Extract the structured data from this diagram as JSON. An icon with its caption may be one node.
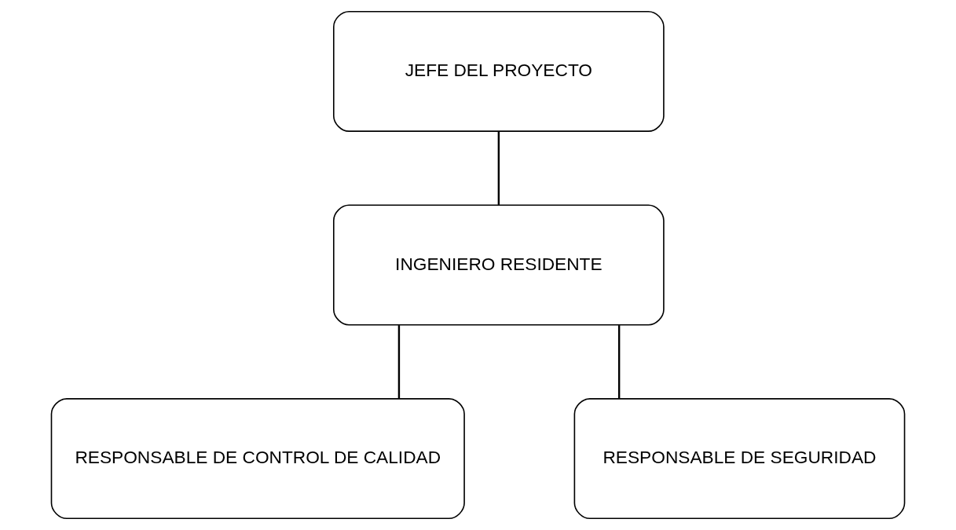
{
  "diagram": {
    "nodes": [
      {
        "text": [
          "JEFE DEL PROYECTO"
        ]
      },
      {
        "text": [
          "INGENIERO RESIDENTE"
        ]
      },
      {
        "text": [
          "RESPONSABLE DE CONTROL DE CALIDAD"
        ]
      },
      {
        "text": [
          "RESPONSABLE DE SEGURIDAD"
        ]
      }
    ],
    "edges": [
      {
        "from": 0,
        "to": 1,
        "arrow": "none"
      },
      {
        "from": 1,
        "to": 2,
        "arrow": "none"
      },
      {
        "from": 1,
        "to": 3,
        "arrow": "none"
      }
    ]
  }
}
